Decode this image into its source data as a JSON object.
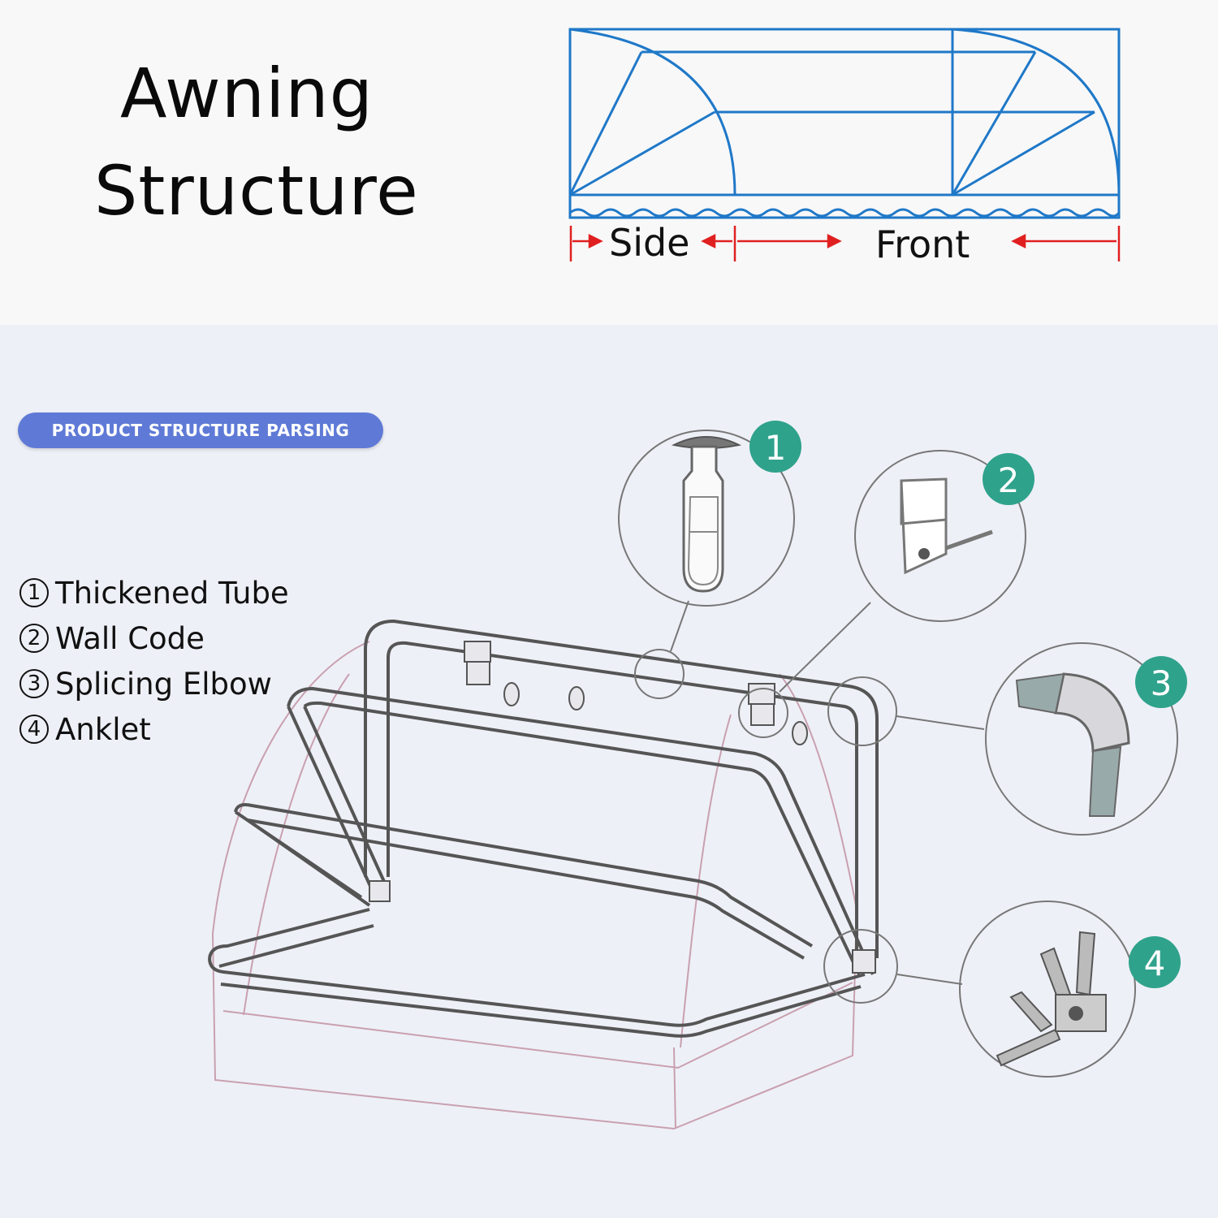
{
  "title": {
    "line1": "Awning",
    "line2": "Structure"
  },
  "dimension_labels": {
    "side": "Side",
    "front": "Front"
  },
  "section_badge": "PRODUCT STRUCTURE PARSING",
  "legend": [
    {
      "num": "1",
      "label": "Thickened Tube"
    },
    {
      "num": "2",
      "label": "Wall Code"
    },
    {
      "num": "3",
      "label": "Splicing Elbow"
    },
    {
      "num": "4",
      "label": "Anklet"
    }
  ],
  "detail_badges": [
    "1",
    "2",
    "3",
    "4"
  ],
  "colors": {
    "diagram_blue": "#1f78c8",
    "arrow_red": "#e02020",
    "badge_green": "#2fa28c",
    "pill_blue": "#5f7ad6",
    "frame_gray": "#555555",
    "ghost_pink": "#c9a0b0"
  }
}
